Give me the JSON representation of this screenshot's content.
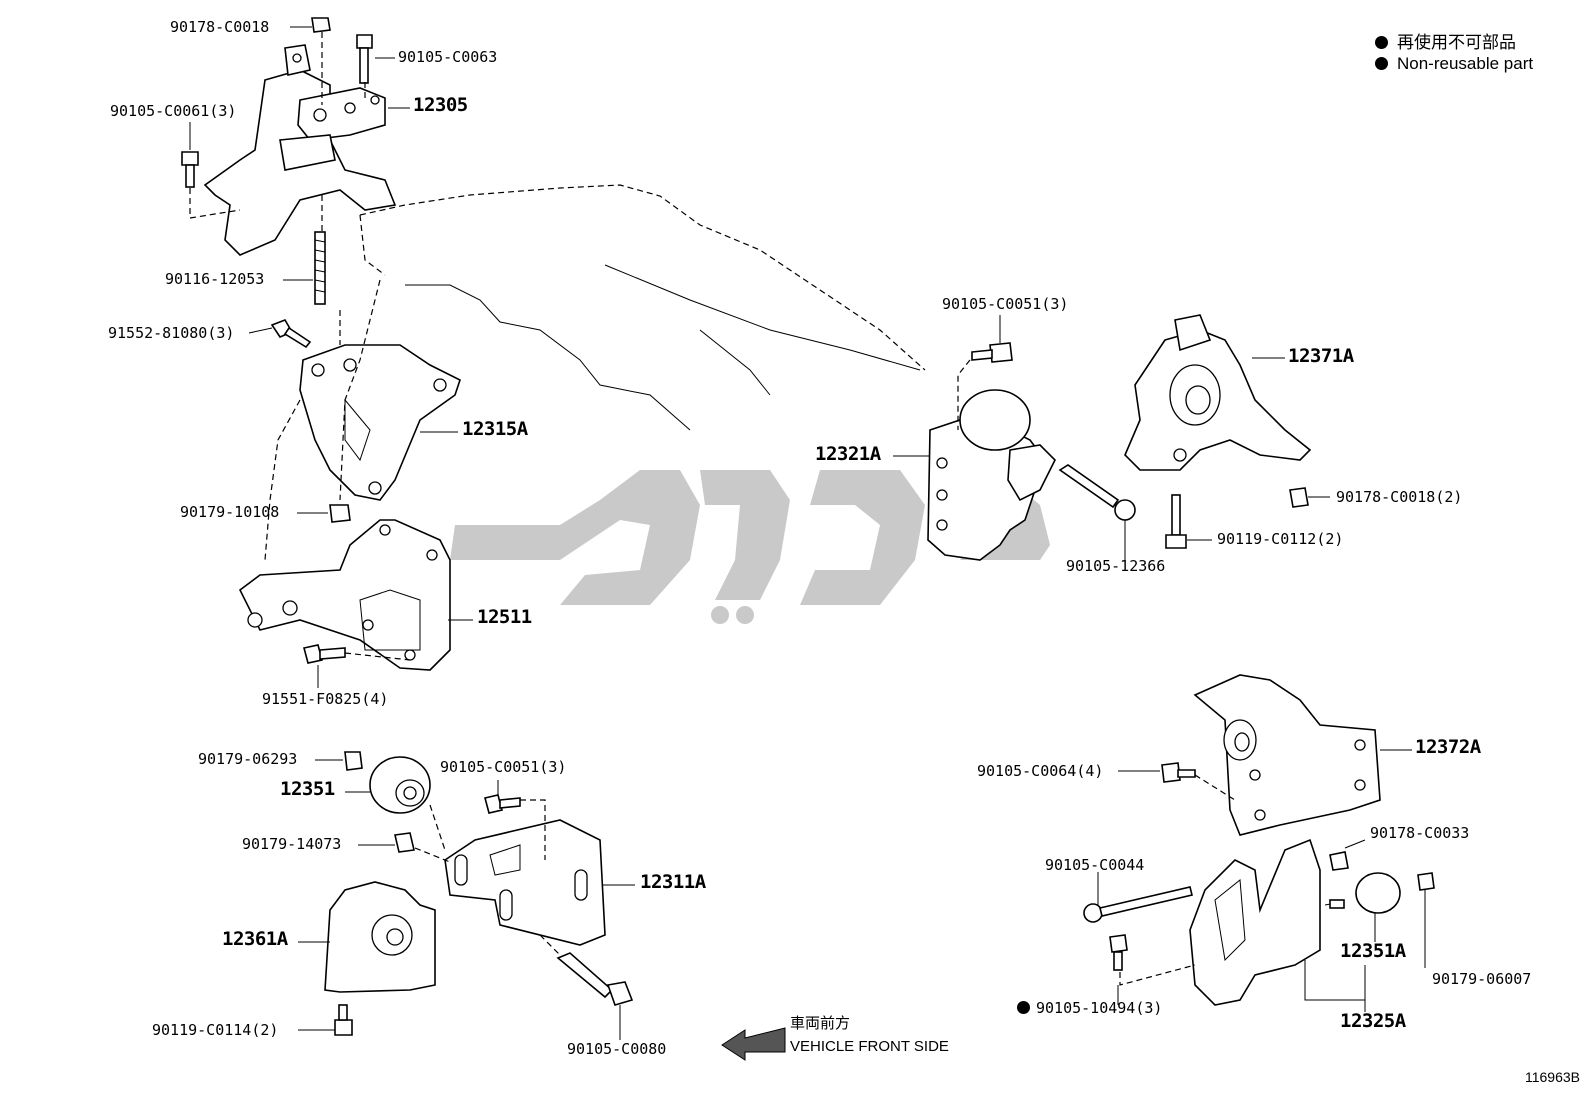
{
  "legend": {
    "line1": "再使用不可部品",
    "line2": "Non-reusable part"
  },
  "illustration_number": "116963B",
  "front_direction": {
    "japanese": "車両前方",
    "english": "VEHICLE FRONT SIDE"
  },
  "watermark_icon": "logo-watermark",
  "labels": {
    "p1": "90178-C0018",
    "p2": "90105-C0063",
    "p3": "12305",
    "p4": "90105-C0061(3)",
    "p5": "90116-12053",
    "p6": "91552-81080(3)",
    "p7": "12315A",
    "p8": "90179-10108",
    "p9": "12511",
    "p10": "91551-F0825(4)",
    "p11": "90179-06293",
    "p12": "12351",
    "p13": "90105-C0051(3)",
    "p14": "90179-14073",
    "p15": "12311A",
    "p16": "12361A",
    "p17": "90119-C0114(2)",
    "p18": "90105-C0080",
    "p19": "90105-C0051(3)",
    "p20": "12371A",
    "p21": "12321A",
    "p22": "90178-C0018(2)",
    "p23": "90119-C0112(2)",
    "p24": "90105-12366",
    "p25": "12372A",
    "p26": "90105-C0064(4)",
    "p27": "90178-C0033",
    "p28": "90105-C0044",
    "p29": "12351A",
    "p30": "90179-06007",
    "p31": "90105-10494(3)",
    "p32": "12325A"
  }
}
